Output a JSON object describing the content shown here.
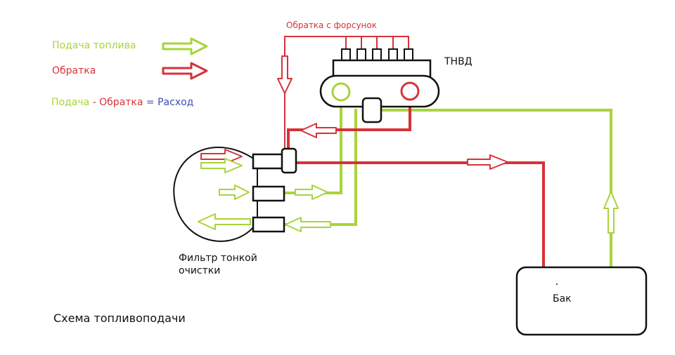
{
  "colors": {
    "supply": "#a8d43a",
    "return": "#d6323a",
    "consumption": "#3a4fb0",
    "outline": "#111111",
    "background": "#ffffff"
  },
  "legend": {
    "supply_label": "Подача топлива",
    "return_label": "Обратка",
    "equation": {
      "supply": "Подача",
      "minus": " - ",
      "return": "Обратка",
      "equals": " = ",
      "consumption": "Расход"
    }
  },
  "labels": {
    "injector_return": "Обратка с форсунок",
    "pump": "ТНВД",
    "filter_line1": "Фильтр тонкой",
    "filter_line2": "очистки",
    "tank": "Бак",
    "caption": "Схема топливоподачи"
  },
  "icons": {
    "flow_arrow": "hollow-right-arrow",
    "up_arrow": "hollow-up-arrow",
    "down_arrow": "hollow-down-arrow"
  }
}
